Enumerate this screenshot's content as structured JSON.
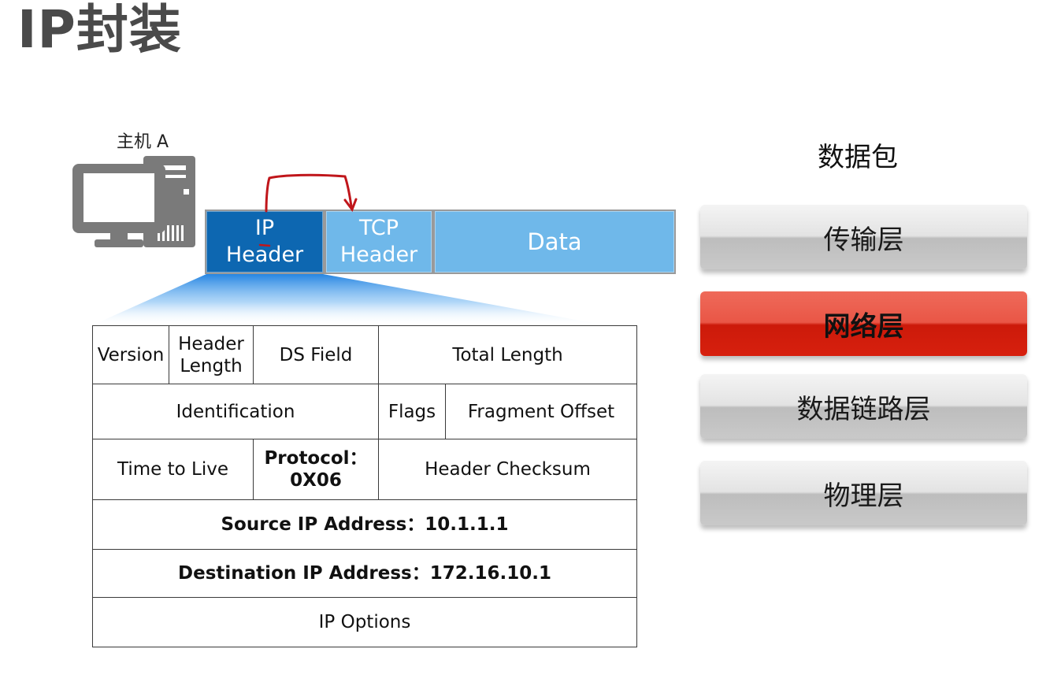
{
  "title": "IP封装",
  "host": {
    "label": "主机 A",
    "icon": "computer-icon"
  },
  "packet": {
    "ip_header": "IP\nHeader",
    "tcp_header": "TCP\nHeader",
    "data": "Data"
  },
  "ip_header_fields": {
    "version": "Version",
    "header_length": "Header\nLength",
    "ds_field": "DS Field",
    "total_length": "Total Length",
    "identification": "Identification",
    "flags": "Flags",
    "fragment_offset": "Fragment Offset",
    "ttl": "Time to Live",
    "protocol": "Protocol：0X06",
    "header_checksum": "Header Checksum",
    "source_ip": "Source IP Address：10.1.1.1",
    "destination_ip": "Destination IP Address：172.16.10.1",
    "ip_options": "IP  Options"
  },
  "layers": {
    "title": "数据包",
    "items": [
      {
        "label": "传输层",
        "active": false
      },
      {
        "label": "网络层",
        "active": true
      },
      {
        "label": "数据链路层",
        "active": false
      },
      {
        "label": "物理层",
        "active": false
      }
    ]
  },
  "colors": {
    "ip_header_bg": "#0d67b1",
    "tcp_data_bg": "#6fb8ea",
    "highlight_red": "#c0161b",
    "active_layer": "#e95646"
  }
}
